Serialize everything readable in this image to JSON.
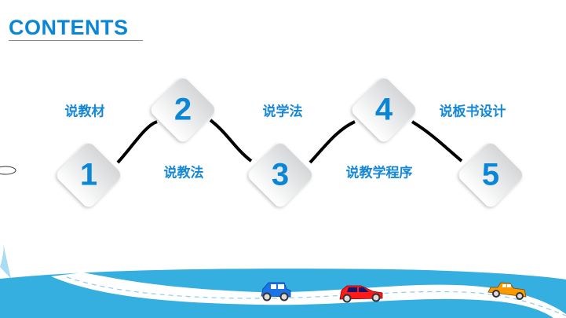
{
  "title": "CONTENTS",
  "items": [
    {
      "number": "1",
      "label": "说教材"
    },
    {
      "number": "2",
      "label": "说教法"
    },
    {
      "number": "3",
      "label": "说学法"
    },
    {
      "number": "4",
      "label": "说教学程序"
    },
    {
      "number": "5",
      "label": "说板书设计"
    }
  ],
  "colors": {
    "accent": "#0a86d6",
    "road_bg": "#35aee0",
    "car_blue": "#1a73e8",
    "car_red": "#ff1a1a",
    "car_orange": "#ff9900"
  }
}
